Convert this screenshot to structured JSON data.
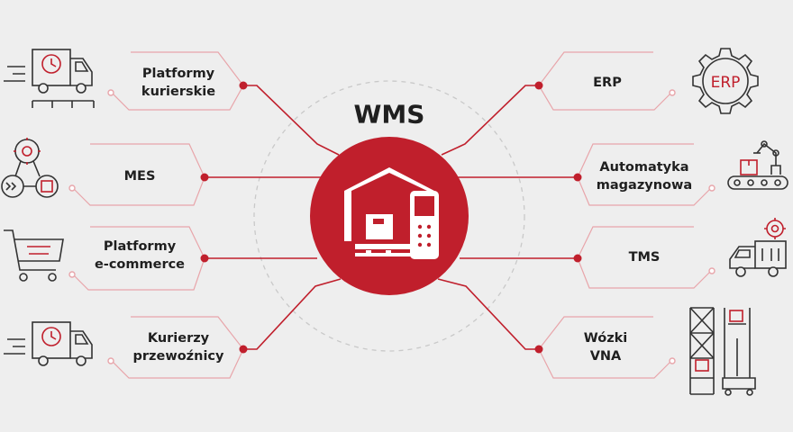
{
  "title": "WMS",
  "colors": {
    "accent": "#c01f2c",
    "line": "#c01f2c",
    "outline": "#e8a5aa",
    "text": "#1f1f1f",
    "icon": "#333333",
    "background": "#eeeeee"
  },
  "left_items": [
    {
      "label": "Platformy\nkurierskie",
      "icon": "delivery-truck-clock-icon"
    },
    {
      "label": "MES",
      "icon": "process-network-gear-icon"
    },
    {
      "label": "Platformy\ne-commerce",
      "icon": "shopping-cart-icon"
    },
    {
      "label": "Kurierzy\nprzewoźnicy",
      "icon": "delivery-truck-clock-icon"
    }
  ],
  "right_items": [
    {
      "label": "ERP",
      "icon": "erp-gear-icon"
    },
    {
      "label": "Automatyka\nmagazynowa",
      "icon": "robot-arm-conveyor-icon"
    },
    {
      "label": "TMS",
      "icon": "truck-gear-icon"
    },
    {
      "label": "Wózki\nVNA",
      "icon": "vna-forklift-rack-icon"
    }
  ],
  "erp_icon_text": "ERP",
  "center_icon": "warehouse-scanner-icon"
}
